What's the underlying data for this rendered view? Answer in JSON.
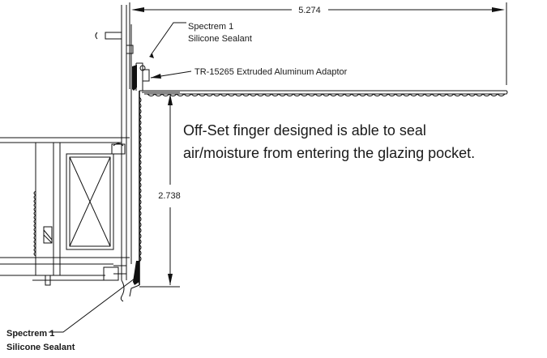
{
  "dimensions": {
    "width_label": "5.274",
    "height_label": "2.738"
  },
  "callouts": {
    "sealant_top_line1": "Spectrem 1",
    "sealant_top_line2": "Silicone Sealant",
    "adaptor": "TR-15265 Extruded Aluminum Adaptor",
    "sealant_bottom_line1": "Spectrem 1",
    "sealant_bottom_line2": "Silicone Sealant"
  },
  "note": {
    "line1": "Off-Set finger designed is able to seal",
    "line2": "air/moisture from entering the glazing pocket."
  },
  "colors": {
    "ink": "#111111",
    "sealant": "#111111",
    "background": "#ffffff"
  }
}
